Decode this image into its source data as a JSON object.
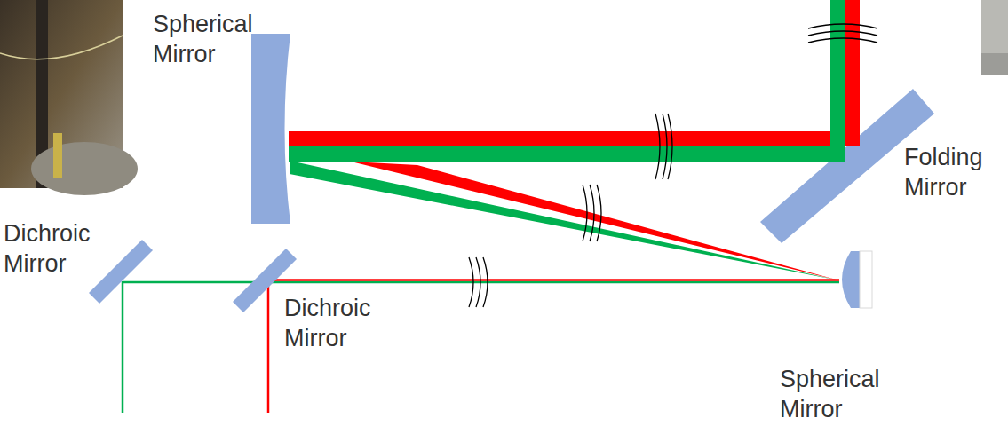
{
  "diagram": {
    "labels": [
      "Spherical Mirror",
      "Folding Mirror",
      "Dichroic Mirror",
      "Dichroic Mirror",
      "Spherical Mirror"
    ]
  }
}
